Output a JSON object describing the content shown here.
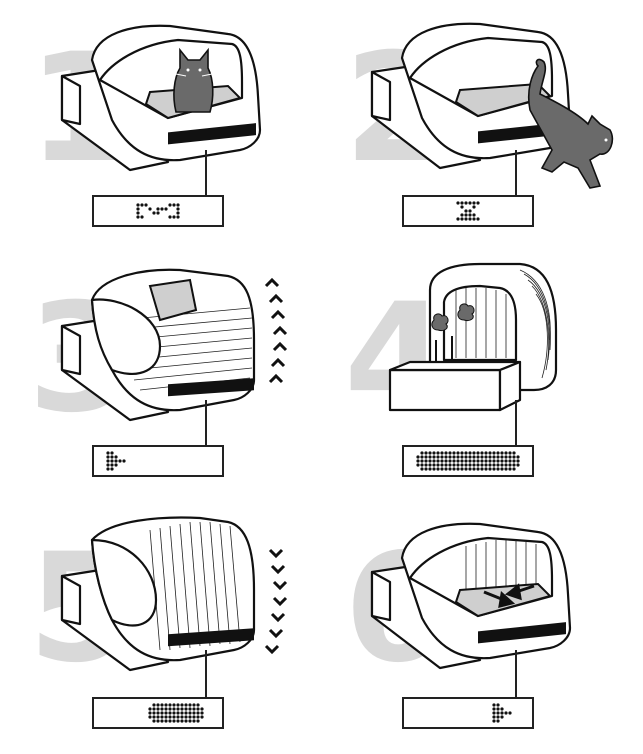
{
  "steps": [
    {
      "number": "1",
      "display_pattern": "cat-face"
    },
    {
      "number": "2",
      "display_pattern": "hourglass"
    },
    {
      "number": "3",
      "display_pattern": "arrow-short"
    },
    {
      "number": "4",
      "display_pattern": "bar-full"
    },
    {
      "number": "5",
      "display_pattern": "bar-mid"
    },
    {
      "number": "6",
      "display_pattern": "arrow-right"
    }
  ],
  "colors": {
    "number_grey": "#d9d9d9",
    "cat_grey": "#6a6a6a",
    "outline": "#111111",
    "tray_grey": "#cfcfcf"
  },
  "icons": [
    "cat-icon",
    "waste-icon",
    "down-arrow-icon",
    "chevron-up-icon",
    "chevron-down-icon",
    "dot-matrix-display-icon"
  ]
}
